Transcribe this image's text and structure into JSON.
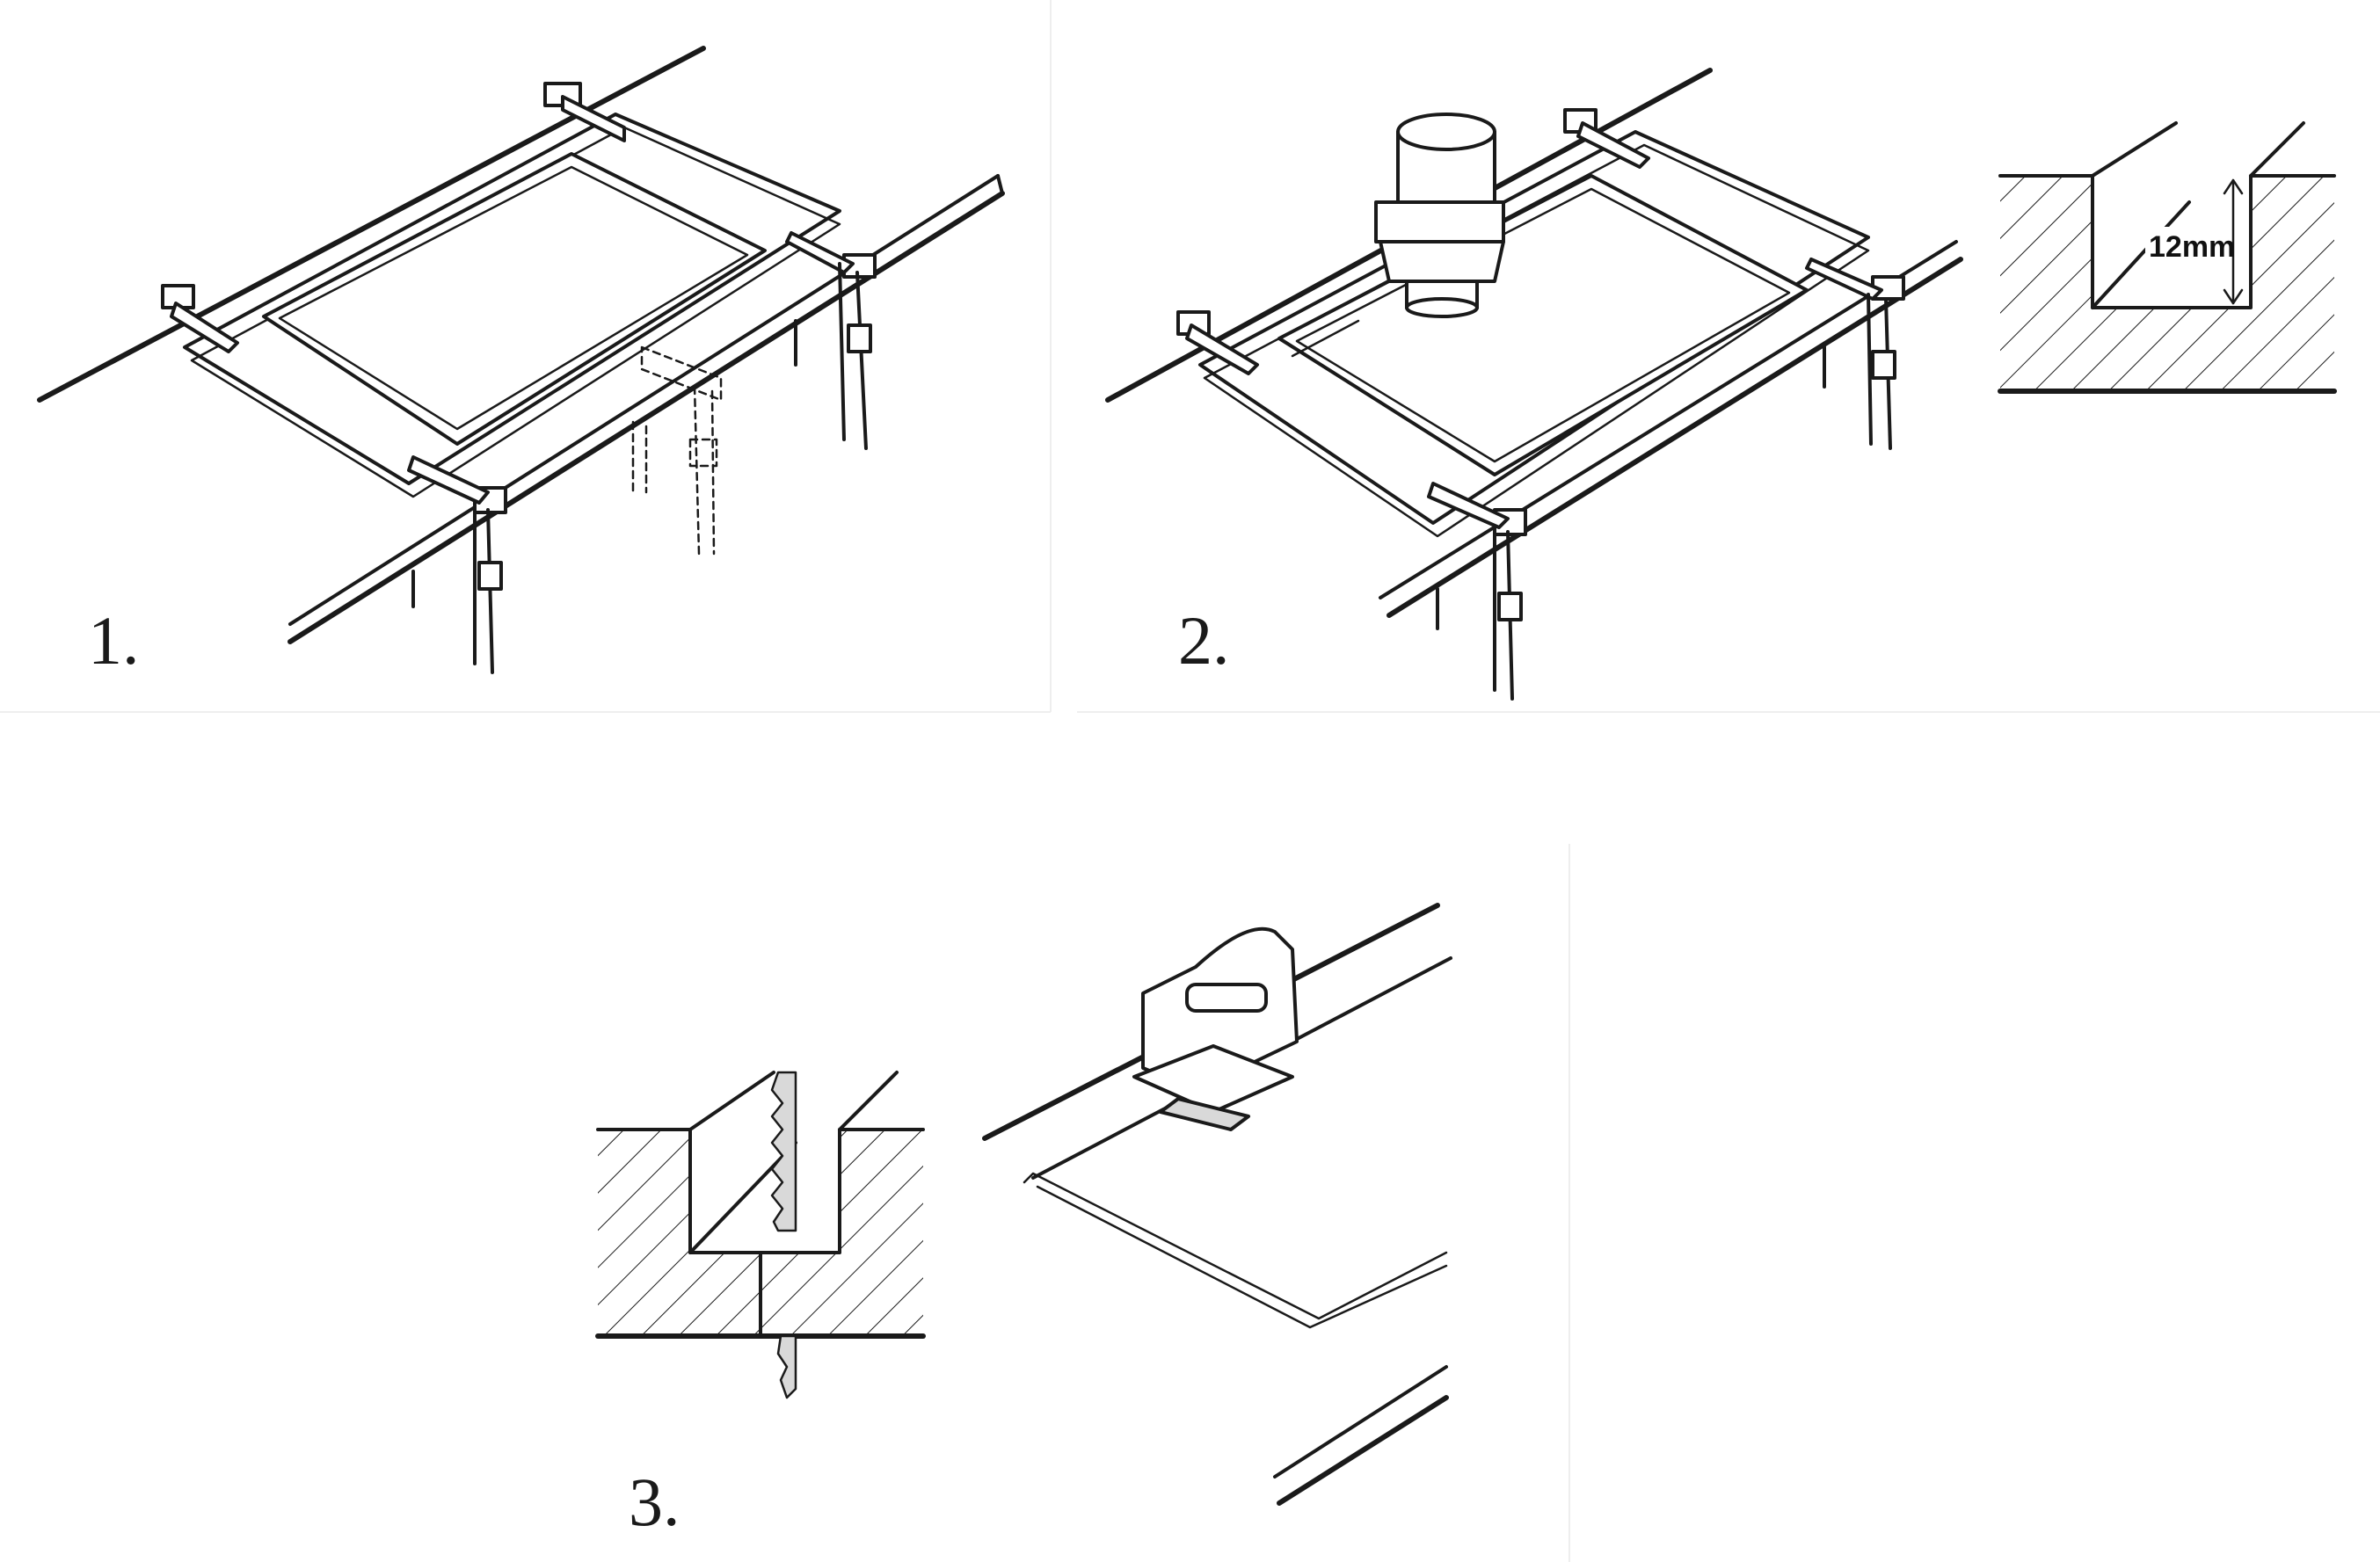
{
  "steps": [
    {
      "label": "1."
    },
    {
      "label": "2."
    },
    {
      "label": "3."
    }
  ],
  "dimension": {
    "label": "12mm"
  },
  "colors": {
    "ink": "#1a1a1a",
    "panel_divider": "#eeeeee",
    "background": "#ffffff"
  }
}
